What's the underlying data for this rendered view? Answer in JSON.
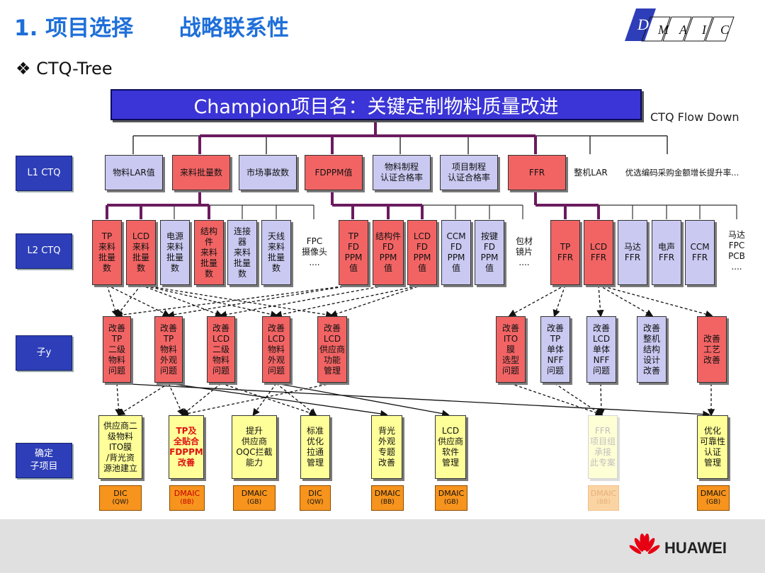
{
  "title": "1. 项目选择      战略联系性",
  "subtitle": "❖ CTQ-Tree",
  "logo_letters": [
    "D",
    "M",
    "A",
    "I",
    "C"
  ],
  "champion": "Champion项目名：关键定制物料质量改进",
  "flow_label": "CTQ Flow Down",
  "levels": {
    "l1": "L1 CTQ",
    "l2": "L2 CTQ",
    "y": "子y",
    "proj": "确定\n子项目"
  },
  "l1": [
    "物料LAR值",
    "来料批量数",
    "市场事故数",
    "FDPPM值",
    "物料制程\n认证合格率",
    "项目制程\n认证合格率",
    "FFR",
    "整机LAR",
    "优选编码采购金额增长提升率..."
  ],
  "l2": [
    "TP\n来料\n批量\n数",
    "LCD\n来料\n批量\n数",
    "电源\n来料\n批量\n数",
    "结构\n件\n来料\n批量\n数",
    "连接\n器\n来料\n批量\n数",
    "天线\n来料\n批量\n数",
    "FPC\n摄像头\n....",
    "TP\nFD\nPPM\n值",
    "结构件\nFD\nPPM\n值",
    "LCD\nFD\nPPM\n值",
    "CCM\nFD\nPPM\n值",
    "按键\nFD\nPPM\n值",
    "包材\n镜片\n....",
    "TP\nFFR",
    "LCD\nFFR",
    "马达\nFFR",
    "电声\nFFR",
    "CCM\nFFR",
    "马达\nFPC\nPCB\n...."
  ],
  "suby": [
    "改善\nTP\n二级\n物料\n问题",
    "改善\nTP\n物料\n外观\n问题",
    "改善\nLCD\n二级\n物料\n问题",
    "改善\nLCD\n物料\n外观\n问题",
    "改善\nLCD\n供应商\n功能\n管理",
    "改善\nITO\n膜\n选型\n问题",
    "改善\nTP\n单体\nNFF\n问题",
    "改善\nLCD\n单体\nNFF\n问题",
    "改善\n整机\n结构\n设计\n改善",
    "改善\n工艺\n改善"
  ],
  "projects": [
    "供应商二\n级物料\nITO膜\n/背光资\n源池建立",
    "TP及\n全贴合\nFDPPM\n改善",
    "提升\n供应商\nOQC拦截\n能力",
    "标准\n优化\n拉通\n管理",
    "背光\n外观\n专题\n改善",
    "LCD\n供应商\n软件\n管理",
    "FFR\n项目组\n承接\n此专案",
    "优化\n可靠性\n认证\n管理"
  ],
  "methods": [
    {
      "m": "DIC",
      "s": "(QW)"
    },
    {
      "m": "DMAIC",
      "s": "(BB)"
    },
    {
      "m": "DMAIC",
      "s": "(GB)"
    },
    {
      "m": "DIC",
      "s": "(QW)"
    },
    {
      "m": "DMAIC",
      "s": "(BB)"
    },
    {
      "m": "DMAIC",
      "s": "(GB)"
    },
    {
      "m": "DMAIC",
      "s": "(BB)"
    },
    {
      "m": "DMAIC",
      "s": "(GB)"
    }
  ],
  "brand": "HUAWEI",
  "colors": {
    "title": "#1E6FD9",
    "champion": "#3B34D6",
    "level": "#2D3EB8",
    "red": "#F26464",
    "lavender": "#C9C9F1",
    "yellow": "#FFFF99",
    "orange": "#F7941D",
    "tree": "#6B1B5E"
  }
}
